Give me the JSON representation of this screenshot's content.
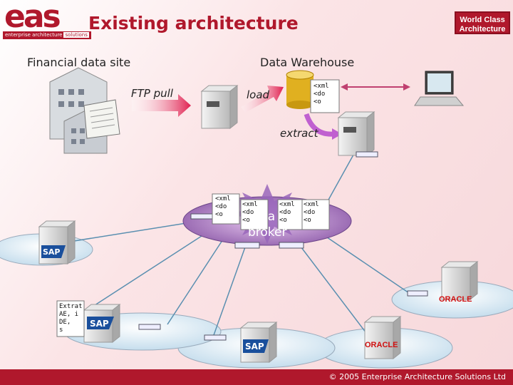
{
  "header": {
    "logo_main": "eas",
    "logo_sub": "enterprise architecture",
    "logo_sub_tag": "solutions",
    "title": "Existing architecture",
    "badge_line1": "World Class",
    "badge_line2": "Architecture"
  },
  "labels": {
    "financial_site": "Financial data site",
    "data_warehouse": "Data Warehouse",
    "ftp_pull": "FTP pull",
    "load": "load",
    "extract": "extract",
    "message_broker_1": "ssa",
    "message_broker_2": "broker"
  },
  "xml_docs": {
    "line1": "<xml",
    "line2": "<do",
    "line3": "<o"
  },
  "extract_doc": {
    "line1": "Extrat",
    "line2": "AE, i",
    "line3": "DE,",
    "line4": "s"
  },
  "products": {
    "sap": "SAP",
    "oracle": "ORACLE"
  },
  "footer": {
    "copyright": "© 2005 Enterprise Architecture Solutions Ltd"
  },
  "colors": {
    "brand": "#b0182c",
    "arrow": "#e02050",
    "purple_arrow": "#c060d0"
  }
}
